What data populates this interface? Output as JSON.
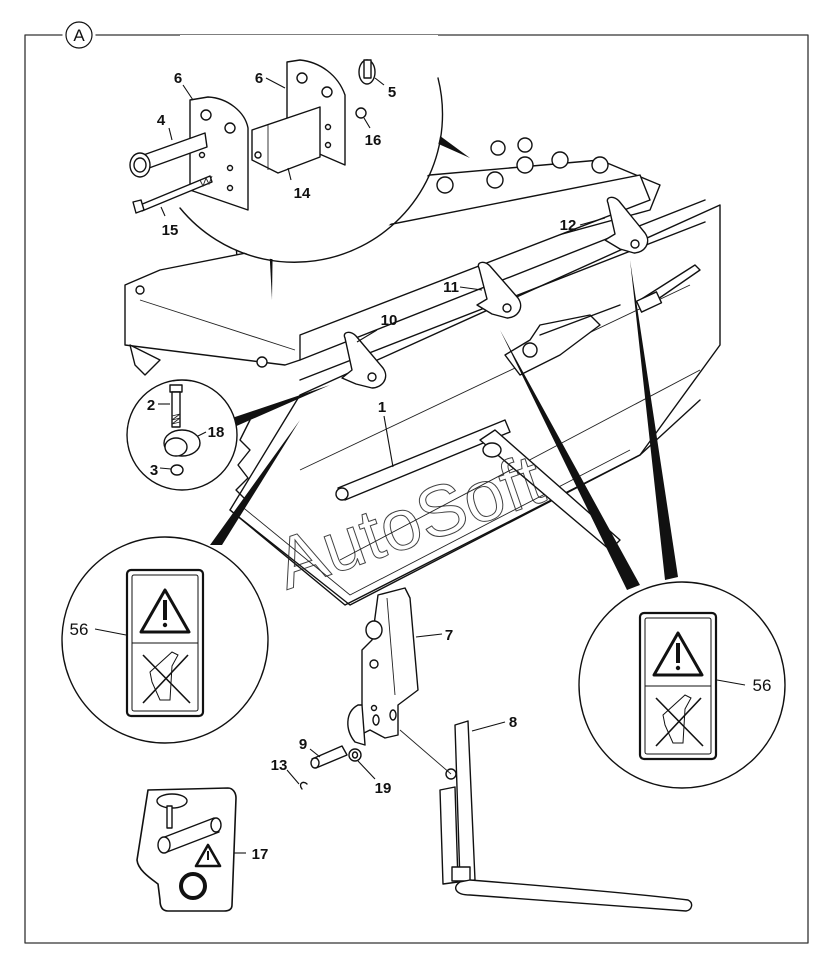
{
  "diagram": {
    "view_label": "A",
    "watermark": "AutoSoft",
    "callouts": [
      {
        "id": "c1",
        "text": "1",
        "part": "pin / shaft"
      },
      {
        "id": "c2",
        "text": "2",
        "part": "bolt"
      },
      {
        "id": "c3",
        "text": "3",
        "part": "nut"
      },
      {
        "id": "c4",
        "text": "4",
        "part": "pin"
      },
      {
        "id": "c5",
        "text": "5",
        "part": "lynch pin"
      },
      {
        "id": "c6a",
        "text": "6",
        "part": "plate"
      },
      {
        "id": "c6b",
        "text": "6",
        "part": "plate"
      },
      {
        "id": "c7",
        "text": "7",
        "part": "fork carrier bracket"
      },
      {
        "id": "c8",
        "text": "8",
        "part": "fork tine"
      },
      {
        "id": "c9",
        "text": "9",
        "part": "pin"
      },
      {
        "id": "c10",
        "text": "10",
        "part": "hook"
      },
      {
        "id": "c11",
        "text": "11",
        "part": "hook"
      },
      {
        "id": "c12",
        "text": "12",
        "part": "hook"
      },
      {
        "id": "c13",
        "text": "13",
        "part": "clip"
      },
      {
        "id": "c14",
        "text": "14",
        "part": "bracket"
      },
      {
        "id": "c15",
        "text": "15",
        "part": "bolt"
      },
      {
        "id": "c16",
        "text": "16",
        "part": "nut"
      },
      {
        "id": "c17",
        "text": "17",
        "part": "decal - pin storage"
      },
      {
        "id": "c18",
        "text": "18",
        "part": "collar"
      },
      {
        "id": "c19",
        "text": "19",
        "part": "washer"
      },
      {
        "id": "c56a",
        "text": "56",
        "part": "warning decal"
      },
      {
        "id": "c56b",
        "text": "56",
        "part": "warning decal"
      }
    ]
  }
}
